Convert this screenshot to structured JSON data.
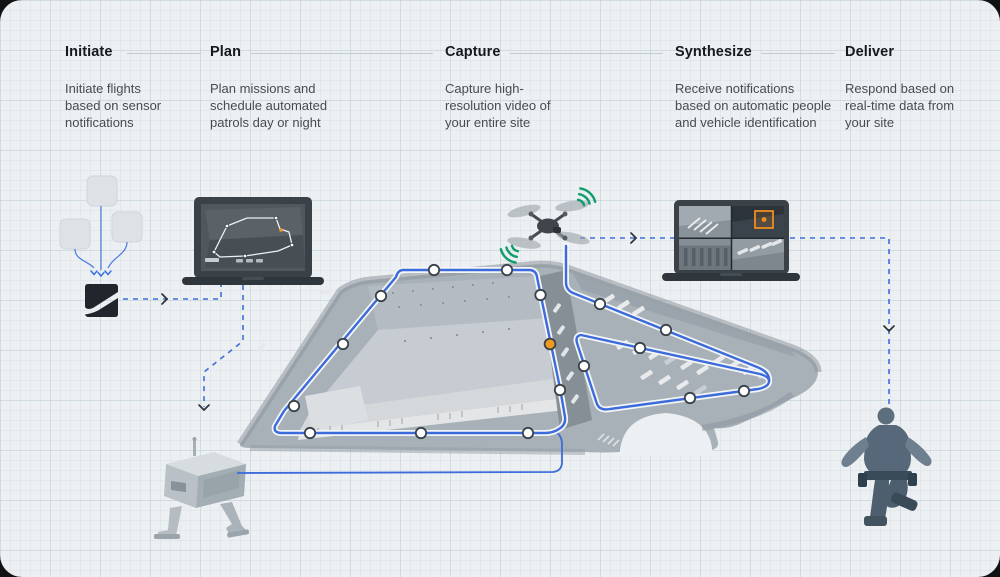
{
  "steps": [
    {
      "title": "Initiate",
      "description": "Initiate flights based on sensor notifications"
    },
    {
      "title": "Plan",
      "description": "Plan missions and schedule automated patrols day or night"
    },
    {
      "title": "Capture",
      "description": "Capture high-resolution video of your entire site"
    },
    {
      "title": "Synthesize",
      "description": "Receive notifications based on automatic people and vehicle identification"
    },
    {
      "title": "Deliver",
      "description": "Respond based on real-time data from your site"
    }
  ],
  "diagram": {
    "icons": [
      "sensor-nodes",
      "brand-logo",
      "planning-laptop",
      "dock-station",
      "facility-aerial-map",
      "patrol-drone",
      "signal-arcs",
      "monitoring-laptop",
      "detection-box",
      "security-guard"
    ],
    "colors": {
      "flight_path_blue": "#3c6bdb",
      "dashed_connector_blue": "#3e6fd9",
      "waypoint_orange": "#f29a1f",
      "signal_green": "#0f9d6c",
      "detection_orange": "#ef8e1e"
    },
    "waypoint_count": 17
  }
}
